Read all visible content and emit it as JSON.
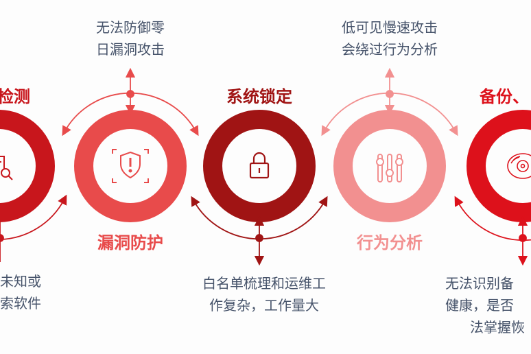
{
  "colors": {
    "c1": "#c8161c",
    "c2": "#e84b4b",
    "c3": "#a01414",
    "c4": "#f29090",
    "c5": "#dd111b",
    "text": "#46536a"
  },
  "stages": [
    {
      "title": "检测",
      "desc": [
        "未知或",
        "索软件"
      ],
      "icon": "document-search-icon"
    },
    {
      "title": "漏洞防护",
      "desc": [
        "无法防御零",
        "日漏洞攻击"
      ],
      "icon": "shield-alert-icon"
    },
    {
      "title": "系统锁定",
      "desc": [
        "白名单梳理和运维工",
        "作复杂，工作量大"
      ],
      "icon": "lock-icon"
    },
    {
      "title": "行为分析",
      "desc": [
        "低可见慢速攻击",
        "会绕过行为分析"
      ],
      "icon": "sliders-icon"
    },
    {
      "title": "备份、",
      "desc": [
        "无法识别备",
        "健康，是否",
        "法掌握恢"
      ],
      "icon": "disc-icon"
    }
  ]
}
